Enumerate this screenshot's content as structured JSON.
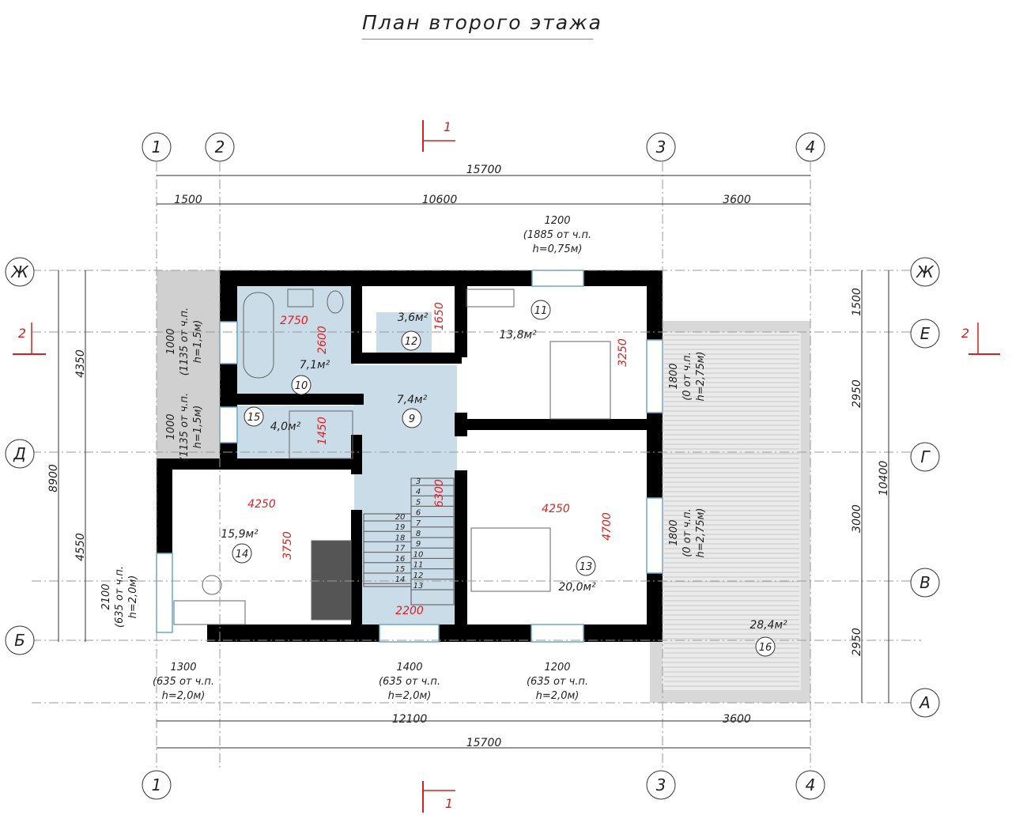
{
  "title": "План второго этажа",
  "colors": {
    "wall": "#000000",
    "wet_zone": "#c9dce8",
    "terrace": "#d8d8d8",
    "dim_red": "#e02020",
    "grid_line": "#888888"
  },
  "axes": {
    "columns": [
      "1",
      "2",
      "3",
      "4"
    ],
    "rows": [
      "Ж",
      "Е",
      "Д",
      "Г",
      "В",
      "Б",
      "А"
    ]
  },
  "section_marks": [
    "1",
    "1",
    "2",
    "2"
  ],
  "dimensions": {
    "top_total": "15700",
    "top_parts": [
      "1500",
      "10600",
      "3600"
    ],
    "bottom_parts": [
      "12100",
      "3600"
    ],
    "bottom_total": "15700",
    "left_total": "8900",
    "left_parts": [
      "4350",
      "4550"
    ],
    "right_total": "10400",
    "right_parts": [
      "1500",
      "2950",
      "3000",
      "2950"
    ]
  },
  "window_notes": {
    "top": [
      "1200",
      "(1885 от ч.п.",
      "h=0,75м)"
    ],
    "left_upper": [
      "1000",
      "(1135 от ч.п.",
      "h=1,5м)"
    ],
    "left_lower": [
      "1000",
      "(1135 от ч.п.",
      "h=1,5м)"
    ],
    "left_bottom": [
      "2100",
      "(635 от ч.п.",
      "h=2,0м)"
    ],
    "bottom_1": [
      "1300",
      "(635 от ч.п.",
      "h=2,0м)"
    ],
    "bottom_2": [
      "1400",
      "(635 от ч.п.",
      "h=2,0м)"
    ],
    "bottom_3": [
      "1200",
      "(635 от ч.п.",
      "h=2,0м)"
    ],
    "right_upper": [
      "1800",
      "(0 от ч.п.",
      "h=2,75м)"
    ],
    "right_lower": [
      "1800",
      "(0 от ч.п.",
      "h=2,75м)"
    ]
  },
  "rooms": [
    {
      "num": "9",
      "area": "7,4м²"
    },
    {
      "num": "10",
      "area": "7,1м²"
    },
    {
      "num": "11",
      "area": "13,8м²"
    },
    {
      "num": "12",
      "area": "3,6м²"
    },
    {
      "num": "13",
      "area": "20,0м²"
    },
    {
      "num": "14",
      "area": "15,9м²"
    },
    {
      "num": "15",
      "area": "4,0м²"
    },
    {
      "num": "16",
      "area": "28,4м²"
    }
  ],
  "inner_dims": [
    "2750",
    "2600",
    "1650",
    "3250",
    "1450",
    "6300",
    "4250",
    "3750",
    "4250",
    "4700",
    "2200"
  ],
  "stair_numbers": [
    "3",
    "4",
    "5",
    "6",
    "7",
    "8",
    "9",
    "10",
    "11",
    "12",
    "13",
    "14",
    "15",
    "16",
    "17",
    "18",
    "19",
    "20"
  ]
}
